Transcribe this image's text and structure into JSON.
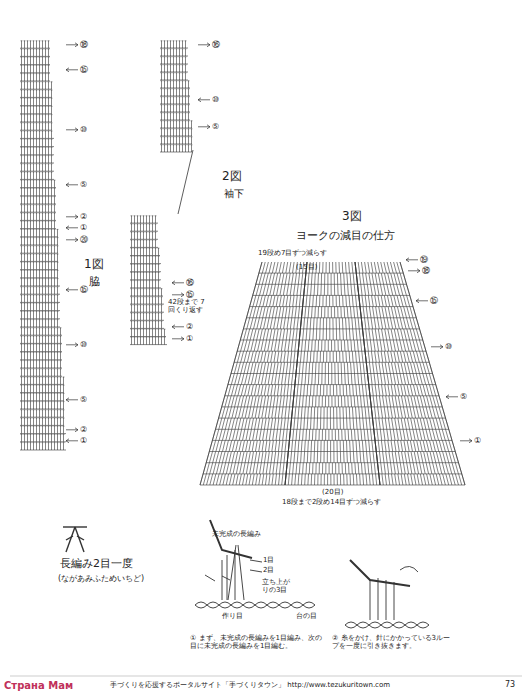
{
  "diagram": {
    "labels": [
      "1図",
      "脇",
      "2図",
      "袖下",
      "42段まで 7回くり返す",
      "3図",
      "ヨークの減目の仕方",
      "19段め7目ずつ減らす",
      "(15目)",
      "(20目)",
      "18段まで2段め14目ずつ減らす",
      "長編み2目一度",
      "(ながあみふためいちど)",
      "未完成の長編み",
      "1目",
      "2目",
      "立ち上がりの3目",
      "作り目",
      "台の目",
      "① まず、未完成の長編みを1目編み、次の目に未完成の長編みを1目編む。",
      "② 糸をかけ、針にかかっている3ループを一度に引き抜きます。",
      "手づくりを応援するポータルサイト「手づくりタウン」 http://www.tezukuritown.com",
      "73",
      "Страна Мам",
      "⑱",
      "⑮",
      "⑩",
      "⑤",
      "②",
      "①",
      "⑳",
      "⑮",
      "⑩",
      "⑤",
      "②",
      "①",
      "⑯",
      "⑩",
      "⑤",
      "⑯",
      "⑮",
      "②",
      "①",
      "⑲",
      "⑱",
      "⑮",
      "⑩",
      "⑤",
      "①"
    ]
  }
}
